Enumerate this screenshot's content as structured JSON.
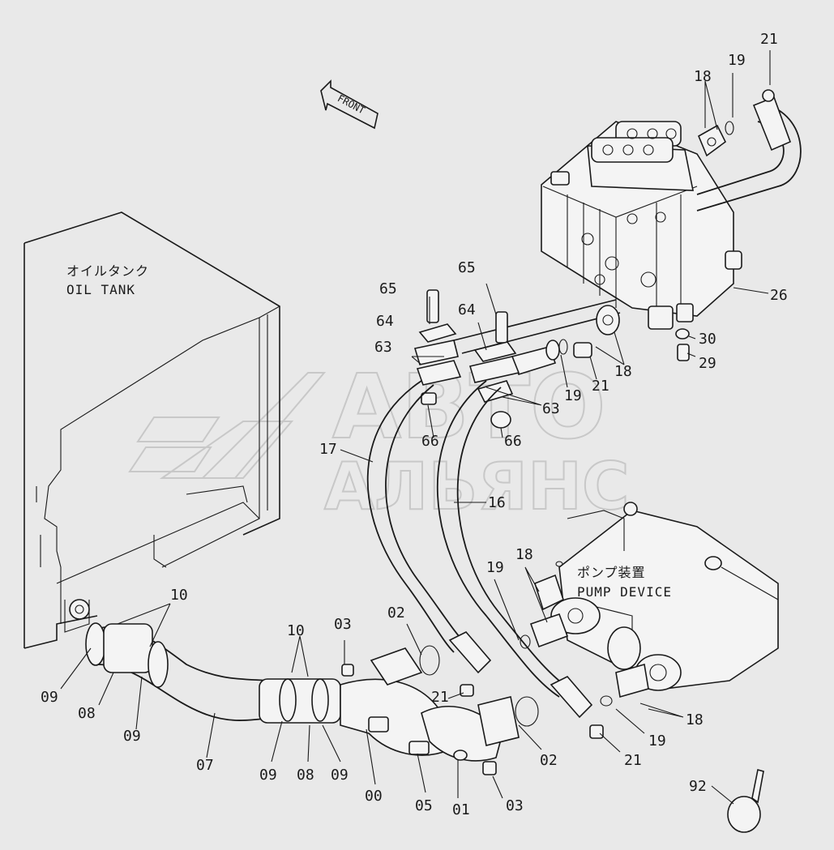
{
  "front_arrow": "FRONT",
  "oil_tank": {
    "jp": "オイルタンク",
    "en": "OIL TANK"
  },
  "pump_device": {
    "jp": "ポンプ装置",
    "en": "PUMP DEVICE"
  },
  "watermark": {
    "line1": "АВТО",
    "line2": "АЛЬЯНС"
  },
  "labels": {
    "l21a": "21",
    "l19a": "19",
    "l18a": "18",
    "l26": "26",
    "l65a": "65",
    "l65b": "65",
    "l64a": "64",
    "l64b": "64",
    "l63a": "63",
    "l63b": "63",
    "l66a": "66",
    "l66b": "66",
    "l19b": "19",
    "l21b": "21",
    "l18b": "18",
    "l30": "30",
    "l29": "29",
    "l17": "17",
    "l16": "16",
    "l10a": "10",
    "l10b": "10",
    "l03a": "03",
    "l02a": "02",
    "l19c": "19",
    "l18c": "18",
    "l09a": "09",
    "l08a": "08",
    "l09b": "09",
    "l07": "07",
    "l09c": "09",
    "l08b": "08",
    "l09d": "09",
    "l00": "00",
    "l05": "05",
    "l01": "01",
    "l03b": "03",
    "l21c": "21",
    "l02b": "02",
    "l21d": "21",
    "l19d": "19",
    "l18d": "18",
    "l92": "92"
  }
}
